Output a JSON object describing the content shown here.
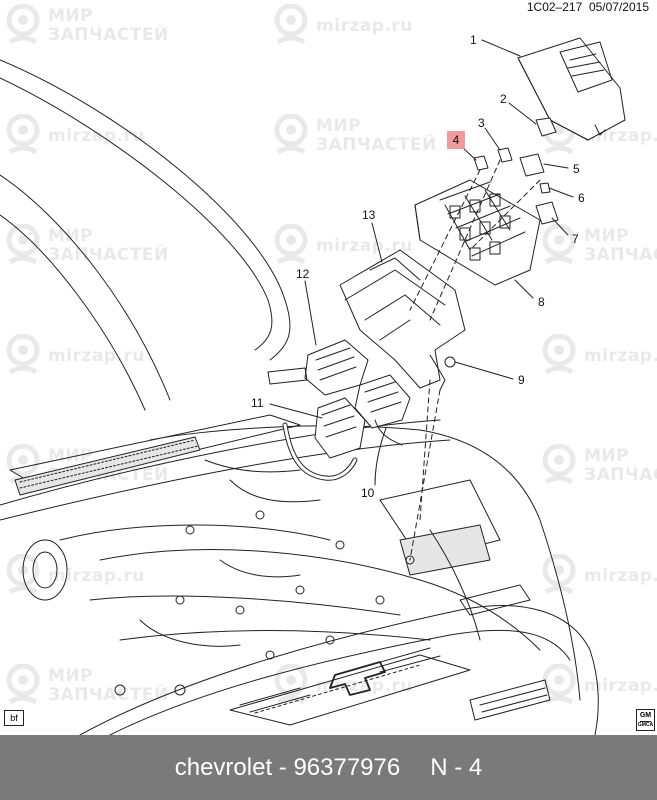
{
  "header": {
    "ref": "1C02–217",
    "date": "05/07/2015"
  },
  "watermark": {
    "line1": "МИР",
    "line2": "ЗАПЧАСТЕЙ",
    "site": "mirzap.ru"
  },
  "callouts": [
    {
      "id": "1",
      "label": "1"
    },
    {
      "id": "2",
      "label": "2"
    },
    {
      "id": "3",
      "label": "3"
    },
    {
      "id": "4",
      "label": "4",
      "highlighted": true,
      "highlight_color": "#f29a9a"
    },
    {
      "id": "5",
      "label": "5"
    },
    {
      "id": "6",
      "label": "6"
    },
    {
      "id": "7",
      "label": "7"
    },
    {
      "id": "8",
      "label": "8"
    },
    {
      "id": "9",
      "label": "9"
    },
    {
      "id": "10",
      "label": "10"
    },
    {
      "id": "11",
      "label": "11"
    },
    {
      "id": "12",
      "label": "12"
    },
    {
      "id": "13",
      "label": "13"
    }
  ],
  "badge": "bf",
  "logo": {
    "text1": "GM",
    "text2": "GMCA"
  },
  "footer": {
    "part": "chevrolet - 96377976",
    "position": "N - 4",
    "background": "#7a7a7a"
  }
}
